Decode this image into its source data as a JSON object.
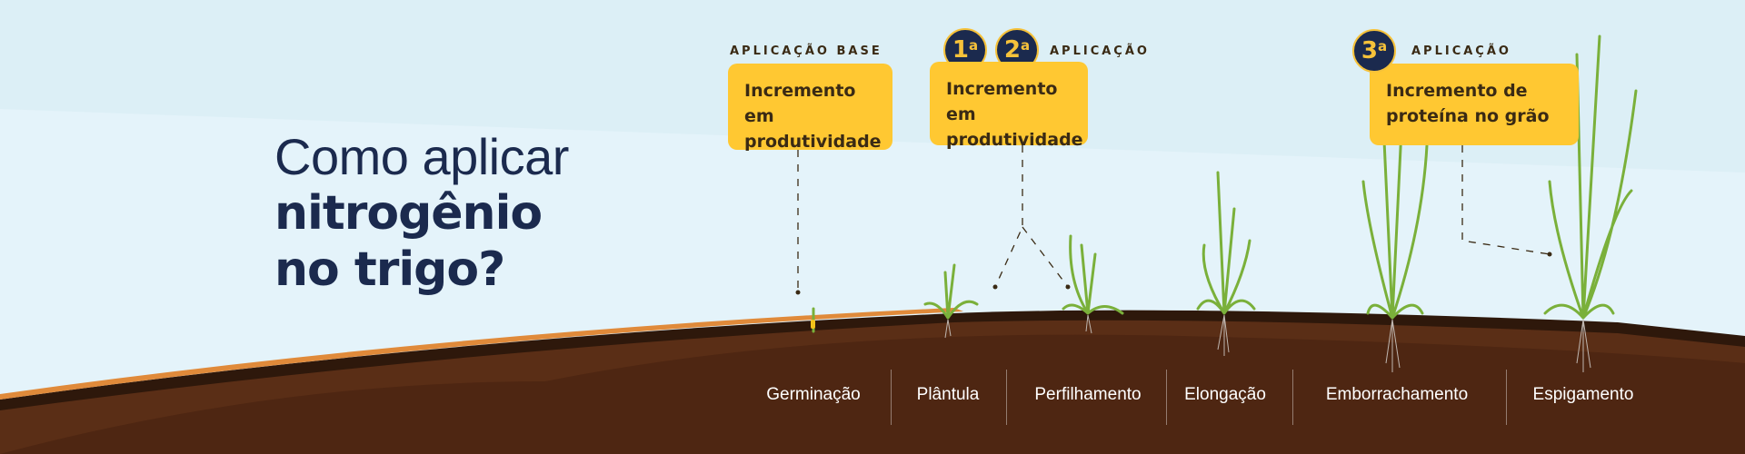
{
  "title": {
    "line1": "Como aplicar",
    "line2": "nitrogênio",
    "line3": "no trigo?"
  },
  "applications": [
    {
      "tag": "APLICAÇÃO BASE",
      "text": "Incremento em produtividade"
    },
    {
      "badges": [
        "1",
        "2"
      ],
      "badge_suffix": "a",
      "tag": "APLICAÇÃO",
      "text": "Incremento em produtividade"
    },
    {
      "badges": [
        "3"
      ],
      "badge_suffix": "a",
      "tag": "APLICAÇÃO",
      "text": "Incremento de proteína no grão"
    }
  ],
  "stages": [
    "Germinação",
    "Plântula",
    "Perfilhamento",
    "Elongação",
    "Emborrachamento",
    "Espigamento"
  ],
  "colors": {
    "sky": "#dcefF6",
    "soil": "#5a2e16",
    "navy": "#1b2a4e",
    "yellow": "#ffc832",
    "plant": "#7ab03a"
  }
}
